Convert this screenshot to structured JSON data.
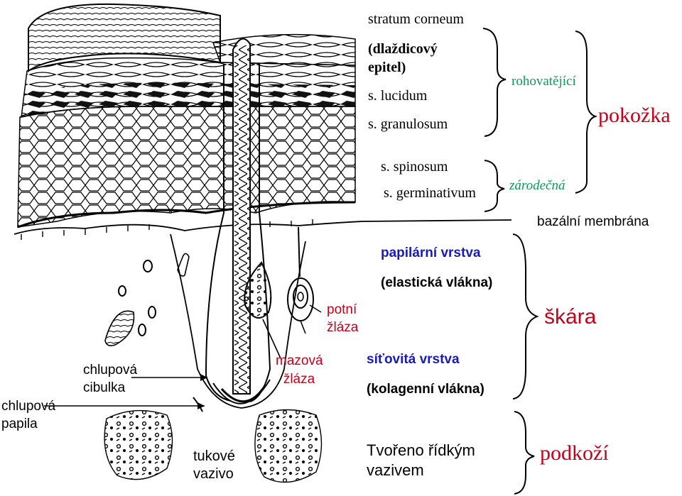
{
  "layers": {
    "stratum_corneum": "stratum corneum",
    "dlazdicovy_1": "(dlaždicový",
    "dlazdicovy_2": "epitel)",
    "lucidum": "s. lucidum",
    "granulosum": "s. granulosum",
    "spinosum": "s. spinosum",
    "germinativum": "s. germinativum"
  },
  "groups": {
    "rohovatejici": "rohovatějící",
    "zarodecna": "zárodečná",
    "pokozka": "pokožka",
    "bazalni_membrana": "bazální membrána",
    "papilarni": "papilární vrstva",
    "elasticka": "(elastická vlákna)",
    "skara": "škára",
    "sitovita": "síťovitá vrstva",
    "kolagenni": "(kolagenní vlákna)",
    "tvoreno_1": "Tvořeno řídkým",
    "tvoreno_2": "vazivem",
    "podkozi": "podkoží"
  },
  "anatomy": {
    "potni_1": "potní",
    "potni_2": "žláza",
    "mazova_1": "mazová",
    "mazova_2": "žláza",
    "cibulka_1": "chlupová",
    "cibulka_2": "cibulka",
    "papila_1": "chlupová",
    "papila_2": "papila",
    "tukove_1": "tukové",
    "tukove_2": "vazivo"
  },
  "colors": {
    "green": "#0a9a5a",
    "blue": "#1a1ab8",
    "red": "#c6001a"
  }
}
